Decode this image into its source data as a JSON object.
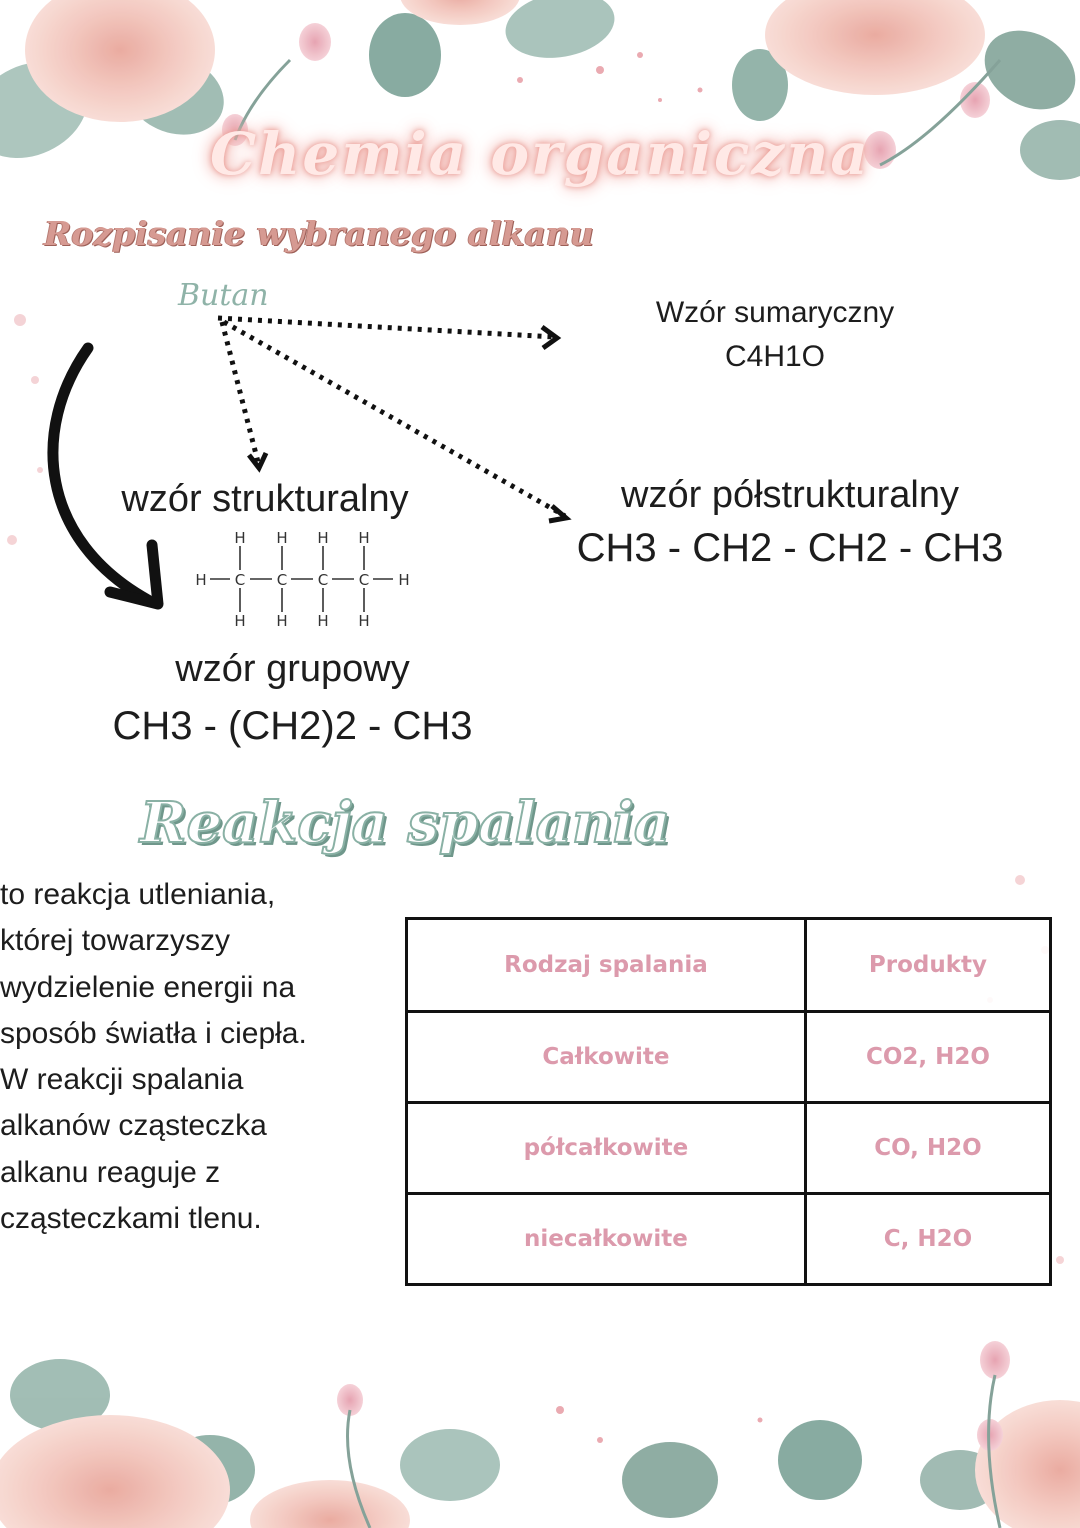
{
  "title": "Chemia organiczna",
  "section1": {
    "heading": "Rozpisanie wybranego alkanu",
    "compound_name": "Butan",
    "summary_formula": {
      "label": "Wzór sumaryczny",
      "value": "C4H1O"
    },
    "structural_formula": {
      "label": "wzór strukturalny",
      "atoms": [
        "H",
        "H",
        "H",
        "H",
        "H",
        "C",
        "C",
        "C",
        "C",
        "H",
        "H",
        "H",
        "H",
        "H"
      ]
    },
    "semi_structural_formula": {
      "label": "wzór półstrukturalny",
      "value": "CH3 - CH2 - CH2 - CH3"
    },
    "group_formula": {
      "label": "wzór grupowy",
      "value": "CH3 - (CH2)2 - CH3"
    }
  },
  "section2": {
    "heading": "Reakcja spalania",
    "description_lines": [
      "to reakcja utleniania,",
      "której towarzyszy",
      "wydzielenie energii na",
      "sposób światła i ciepła.",
      "W reakcji spalania",
      "alkanów cząsteczka",
      "alkanu reaguje z",
      "cząsteczkami tlenu."
    ],
    "table": {
      "headers": [
        "Rodzaj spalania",
        "Produkty"
      ],
      "rows": [
        [
          "Całkowite",
          "CO2, H2O"
        ],
        [
          "półcałkowite",
          "CO, H2O"
        ],
        [
          "niecałkowite",
          "C, H2O"
        ]
      ]
    }
  },
  "colors": {
    "rose": "#f1c4bc",
    "leaf": "#8fb0a6",
    "table_text": "#dc9aac",
    "heading_green": "#8ab1a5"
  }
}
